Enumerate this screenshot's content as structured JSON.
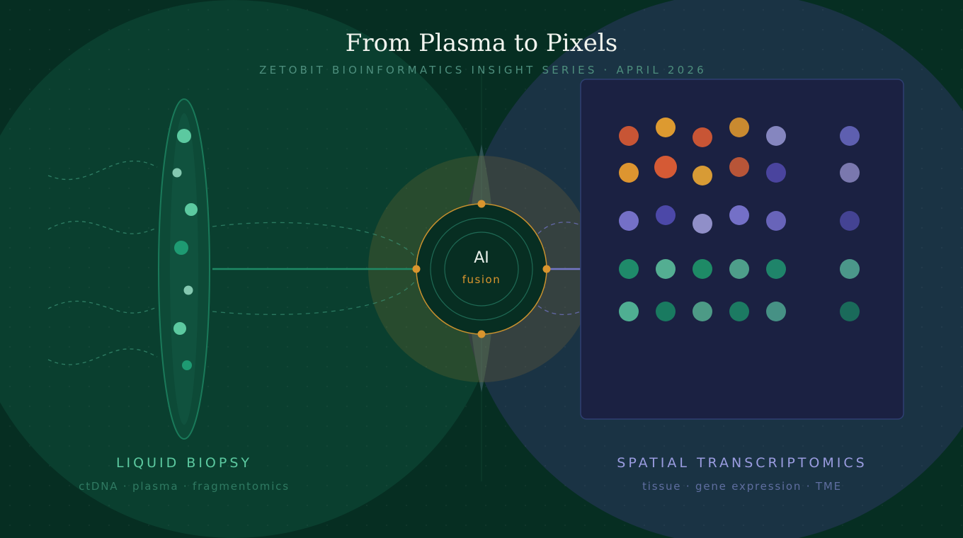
{
  "title": "From Plasma to Pixels",
  "subtitle": "ZETOBIT BIOINFORMATICS INSIGHT SERIES · APRIL 2026",
  "center": {
    "label": "AI",
    "sublabel": "fusion"
  },
  "left": {
    "heading": "LIQUID BIOPSY",
    "caption": "ctDNA · plasma · fragmentomics"
  },
  "right": {
    "heading": "SPATIAL TRANSCRIPTOMICS",
    "caption": "tissue · gene expression · TME"
  },
  "colors": {
    "background": "#062e22",
    "left_field": "#0a3f2f",
    "right_field": "#1a3344",
    "panel": "#1b2142",
    "accent": "#d9952e",
    "teal": "#5cc9a0",
    "lavender": "#8f91d6"
  },
  "cell_grid_colors": [
    [
      "#c85535",
      "#dd9a30",
      "#c85535",
      "#c98a30",
      "#8586bf",
      "#5e5fb0"
    ],
    [
      "#dd9530",
      "#d55a35",
      "#d89b35",
      "#b85538",
      "#4a449e",
      "#7a78ae"
    ],
    [
      "#7470c7",
      "#4c48a8",
      "#908fc8",
      "#7470c7",
      "#6864b9",
      "#444393"
    ],
    [
      "#1f8a6a",
      "#54ae92",
      "#1e8a66",
      "#4e9e8a",
      "#1f846a",
      "#4b978a"
    ],
    [
      "#4fae92",
      "#197a60",
      "#4d9a86",
      "#1c7a62",
      "#469185",
      "#1a6a5a"
    ]
  ]
}
